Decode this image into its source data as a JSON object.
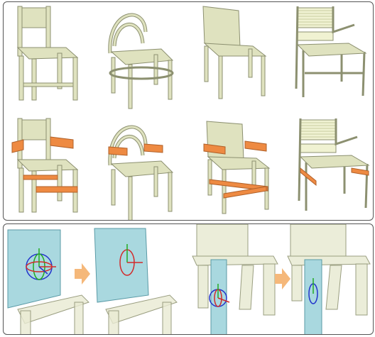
{
  "figure": {
    "top_panel": {
      "rows": [
        {
          "chairs": [
            "chair-a",
            "chair-b",
            "chair-c",
            "chair-d"
          ],
          "state": "original"
        },
        {
          "chairs": [
            "chair-a",
            "chair-b",
            "chair-c",
            "chair-d"
          ],
          "state": "with-added-parts"
        }
      ]
    },
    "bottom_panel": {
      "steps": [
        "backrest-rotate-before",
        "backrest-rotate-after",
        "leg-rotate-before",
        "leg-rotate-after"
      ],
      "arrow_icon": "right-arrow-icon"
    },
    "colors": {
      "chair": "#dfe2bf",
      "chair_edge": "#8c9070",
      "added_part": "#ee8a42",
      "selected_part": "#a9d8df",
      "gizmo_x": "#d22b2b",
      "gizmo_y": "#22aa22",
      "gizmo_z": "#2233cc",
      "arrow": "#f5b87a"
    }
  }
}
